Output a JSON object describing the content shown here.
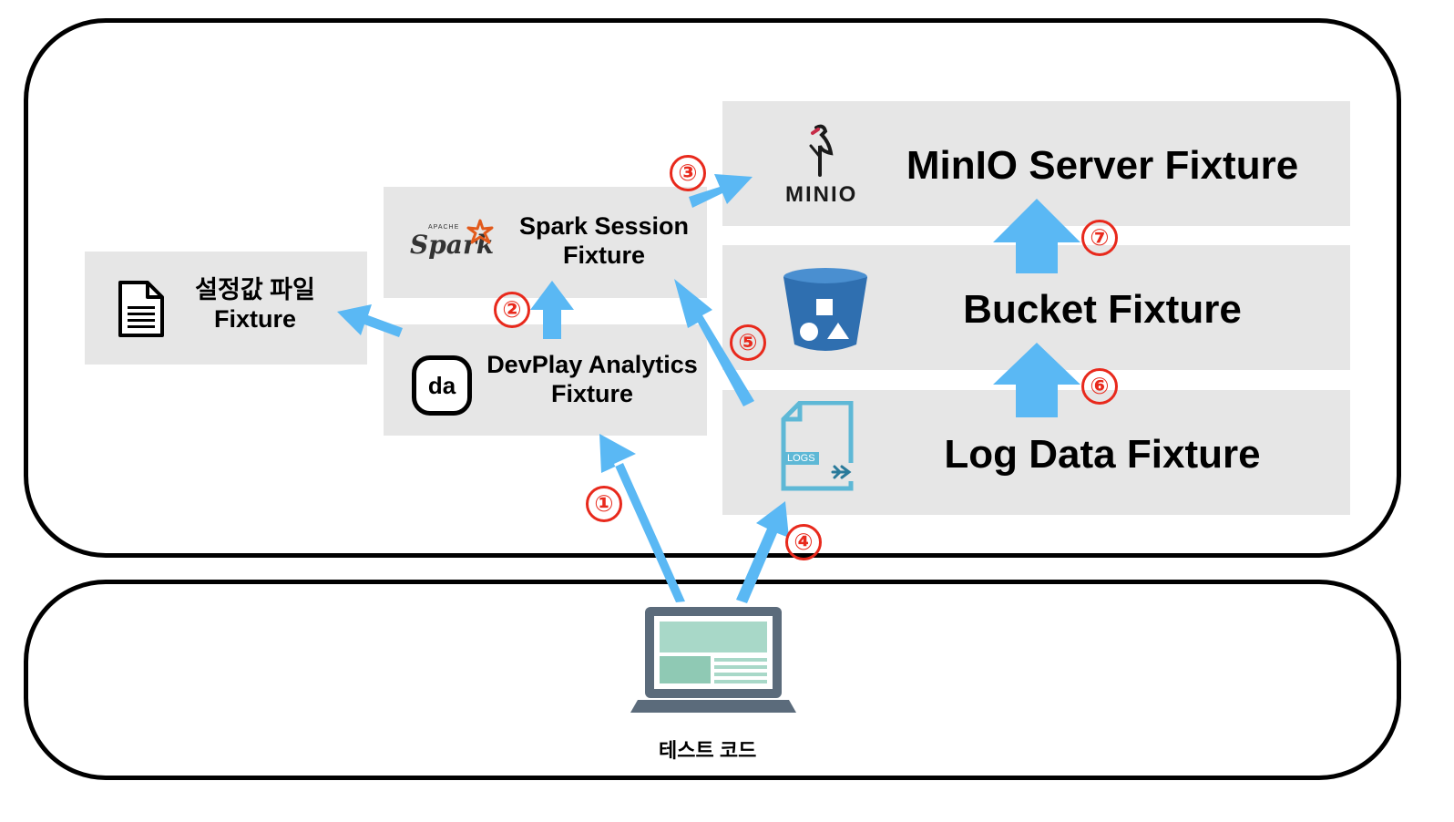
{
  "labels": {
    "config": "설정값 파일\nFixture",
    "spark": "Spark Session\nFixture",
    "devplay": "DevPlay Analytics\nFixture",
    "minio_server": "MinIO Server Fixture",
    "bucket": "Bucket Fixture",
    "log_data": "Log Data Fixture",
    "test_code": "테스트 코드"
  },
  "icons": {
    "document": "document-icon",
    "spark": "Spark",
    "spark_small": "APACHE",
    "minio": "MINIO",
    "bucket": "bucket-icon",
    "logs": "LOGS",
    "devplay": "da",
    "laptop": "laptop-icon"
  },
  "steps": [
    "①",
    "②",
    "③",
    "④",
    "⑤",
    "⑥",
    "⑦"
  ],
  "colors": {
    "arrow": "#5ab8f4",
    "badge": "#e8291c",
    "box": "#e6e6e6",
    "bucket": "#2f6fb0",
    "logs": "#5eb8d6",
    "laptop_body": "#5b6b7b",
    "laptop_screen": "#a8d8c8"
  }
}
